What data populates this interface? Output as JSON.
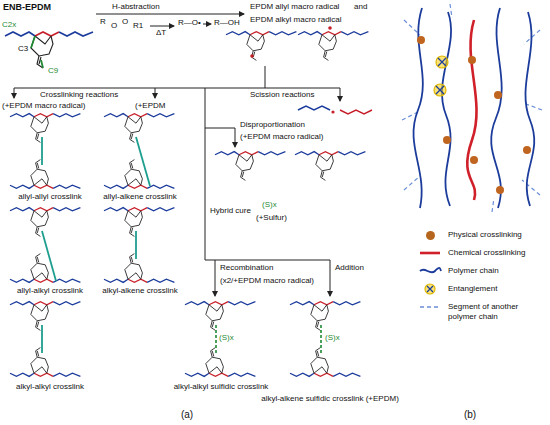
{
  "diagram": {
    "labels": [
      "ENB-EPDM",
      "C2x",
      "C3",
      "C9",
      "H-abstraction",
      "R",
      "O",
      "O",
      "R1",
      "ΔT",
      "R—O•",
      "R—OH",
      "EPDM allyl macro radical",
      "and",
      "EPDM alkyl macro radical",
      "Crosslinking reactions",
      "Scission reactions",
      "(+EPDM macro radical)",
      "(+EPDM",
      "allyl-allyl crosslink",
      "allyl-alkene crosslink",
      "Disproportionation",
      "(+EPDM macro radical)",
      "allyl-alkyl crosslink",
      "alkyl-alkene crosslink",
      "Hybrid cure",
      "(S)x",
      "(+Sulfur)",
      "Recombination",
      "Addition",
      "(x2/+EPDM macro radical)",
      "alkyl-alkyl crosslink",
      "(S)x",
      "alkyl-alkyl sulfidic crosslink",
      "(S)x",
      "alkyl-alkene sulfidic crosslink (+EPDM)",
      "(a)",
      "(b)"
    ],
    "legend": [
      {
        "text": "Physical crosslinking",
        "color": "#b5651d"
      },
      {
        "text": "Chemical crosslinking"
      },
      {
        "text": "Polymer chain"
      },
      {
        "text": "Entanglement"
      },
      {
        "text": "Segment of another polymer chain"
      }
    ]
  }
}
